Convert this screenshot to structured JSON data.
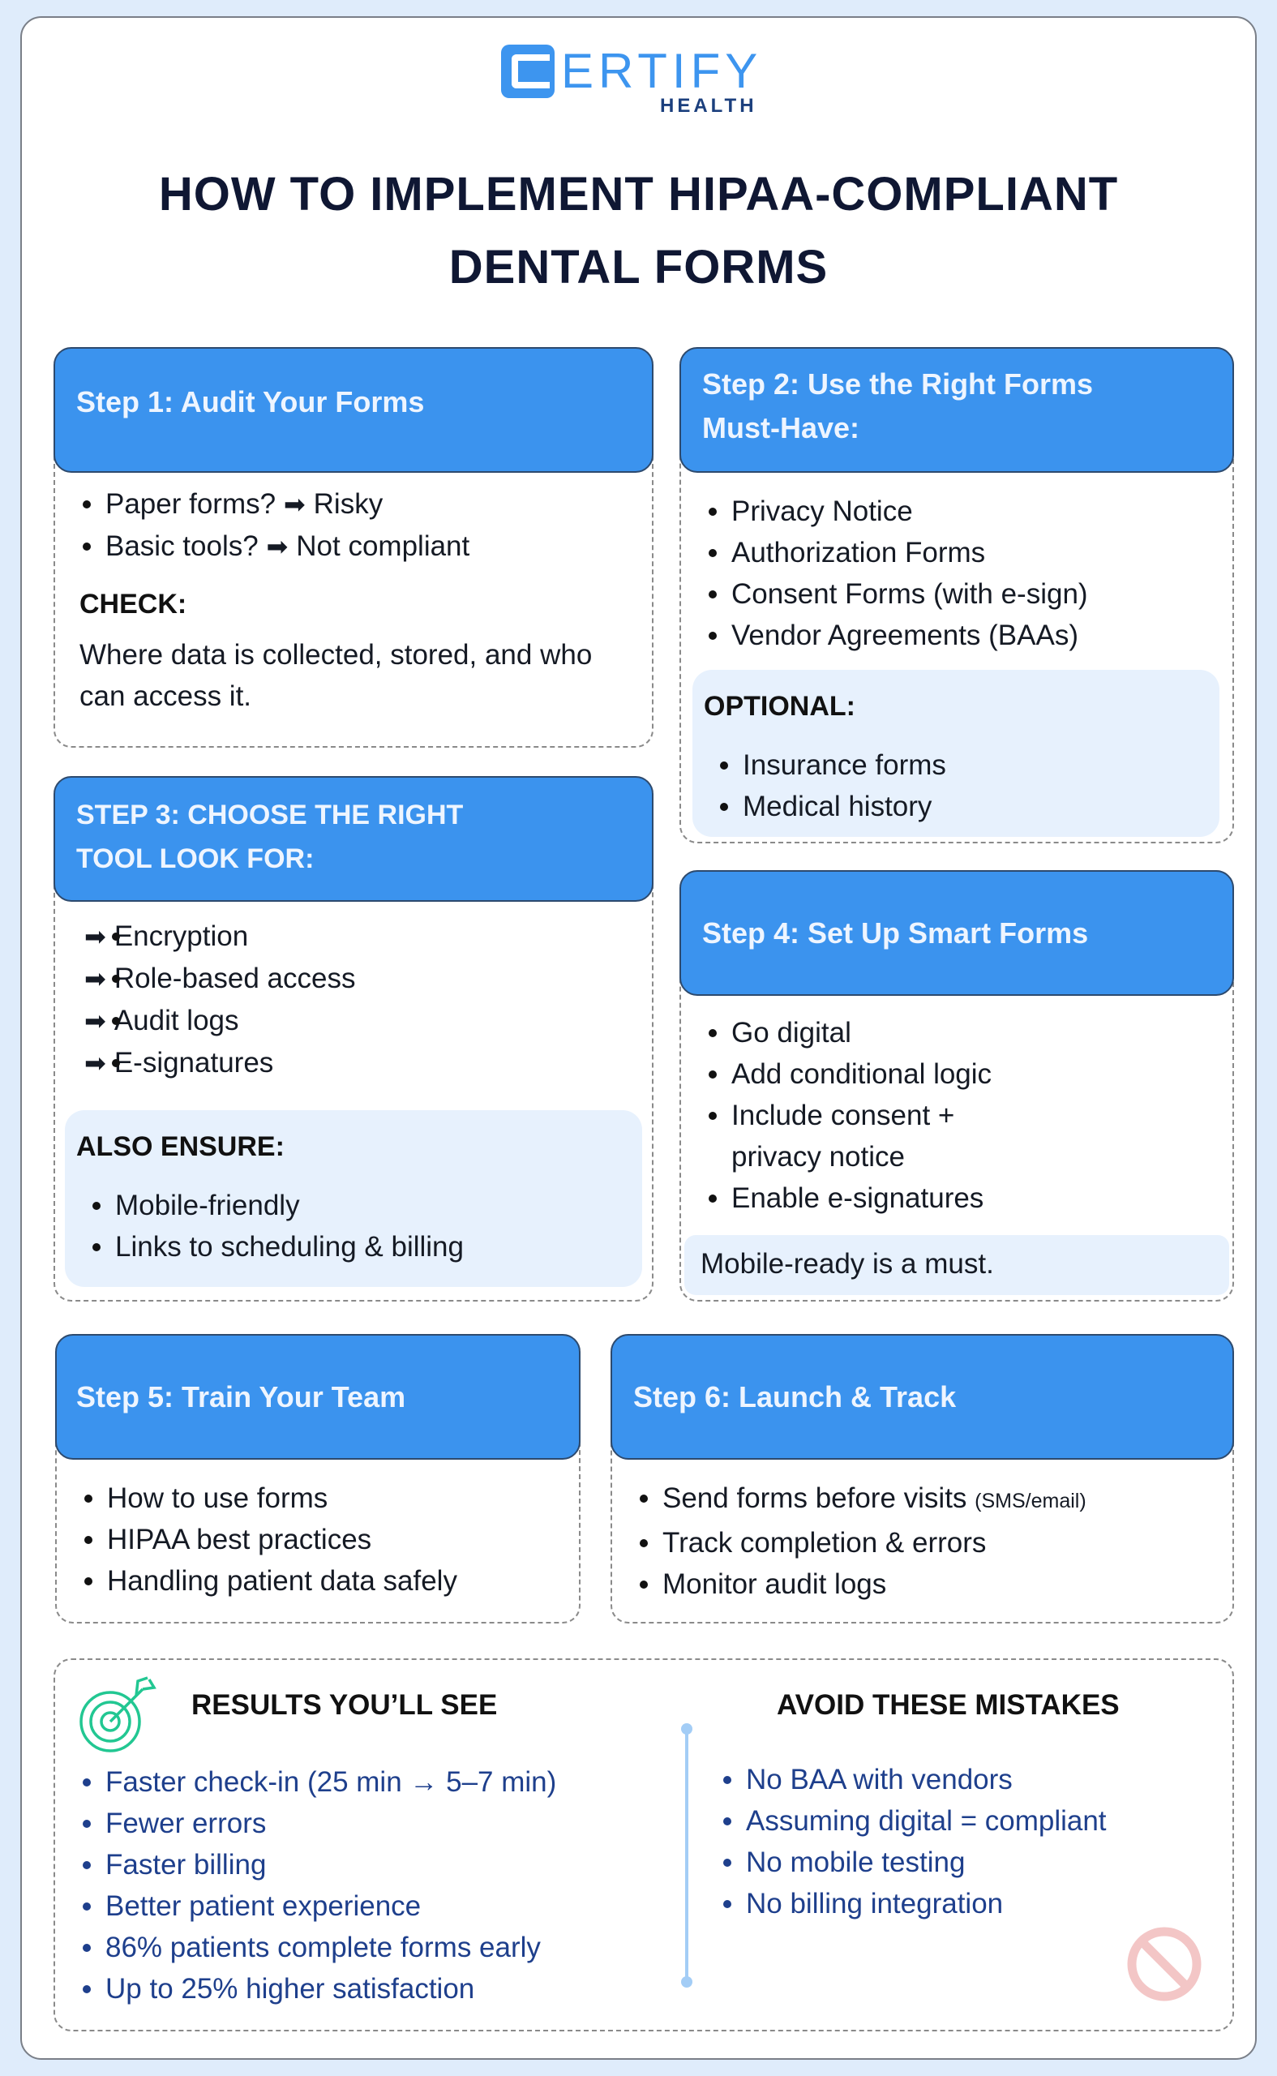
{
  "brand": {
    "logo_letter": "C",
    "logo_word": "ERTIFY",
    "logo_sub": "HEALTH",
    "colors": {
      "primary": "#3d95ef",
      "dark": "#1b3f7d",
      "panel": "#e7f1fd",
      "page_bg": "#dfecfb"
    }
  },
  "title": {
    "line1": "HOW TO IMPLEMENT HIPAA-COMPLIANT",
    "line2": "DENTAL FORMS"
  },
  "steps": [
    {
      "heading": "Step 1: Audit Your Forms",
      "items": [
        {
          "text": "Paper forms?",
          "arrow": "➡",
          "result": "Risky"
        },
        {
          "text": "Basic tools?",
          "arrow": "➡",
          "result": "Not compliant"
        }
      ],
      "label": "CHECK:",
      "paragraph": "Where data is collected, stored, and who can access it."
    },
    {
      "heading_line1": "Step 2: Use the Right Forms",
      "heading_line2": "Must-Have:",
      "items": [
        "Privacy Notice",
        "Authorization Forms",
        "Consent Forms (with e-sign)",
        "Vendor Agreements (BAAs)"
      ],
      "optional_label": "OPTIONAL:",
      "optional_items": [
        "Insurance forms",
        "Medical history"
      ]
    },
    {
      "heading_line1": "STEP 3: CHOOSE THE RIGHT",
      "heading_line2": "TOOL LOOK FOR:",
      "arrow": "➡",
      "items": [
        "Encryption",
        "Role-based access",
        "Audit logs",
        "E-signatures"
      ],
      "ensure_label": "ALSO ENSURE:",
      "ensure_items": [
        "Mobile-friendly",
        "Links to scheduling & billing"
      ]
    },
    {
      "heading": "Step 4: Set Up Smart Forms",
      "items": [
        "Go digital",
        "Add conditional logic",
        "Include consent + privacy notice",
        "Enable e-signatures"
      ],
      "note": "Mobile-ready is a must."
    },
    {
      "heading": "Step 5: Train Your Team",
      "items": [
        "How to use forms",
        "HIPAA best practices",
        "Handling patient data safely"
      ]
    },
    {
      "heading": "Step 6: Launch & Track",
      "items": [
        "Send forms before visits",
        "Track completion & errors",
        "Monitor audit logs"
      ],
      "item0_note": "(SMS/email)"
    }
  ],
  "results": {
    "heading": "RESULTS YOU’LL SEE",
    "icon": "target-icon",
    "items": [
      "Faster check-in (25 min → 5–7 min)",
      "Fewer errors",
      "Faster billing",
      "Better patient experience",
      "86% patients complete forms early",
      "Up to 25% higher satisfaction"
    ]
  },
  "mistakes": {
    "heading": "AVOID THESE MISTAKES",
    "icon": "prohibited-icon",
    "items": [
      "No BAA with vendors",
      "Assuming digital = compliant",
      "No mobile testing",
      "No billing integration"
    ]
  }
}
